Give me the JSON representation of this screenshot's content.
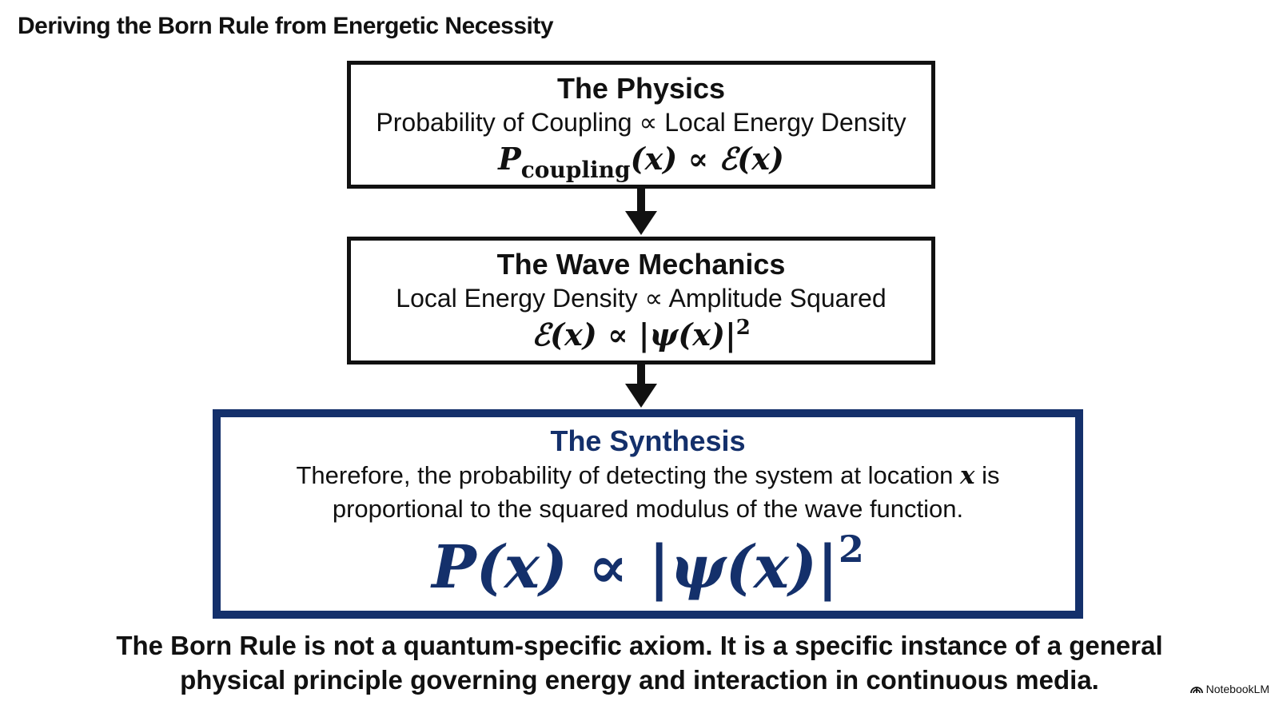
{
  "title": "Deriving the Born Rule from Energetic Necessity",
  "boxes": [
    {
      "heading": "The Physics",
      "subtitle": "Probability of Coupling ∝ Local Energy Density",
      "formula": {
        "lhs": "P",
        "sub": "coupling",
        "arg": "(x)",
        "prop": " ∝ ",
        "rhs": "ℰ(x)"
      }
    },
    {
      "heading": "The Wave Mechanics",
      "subtitle": "Local Energy Density ∝ Amplitude Squared",
      "formula": {
        "lhs": "ℰ(x)",
        "prop": " ∝ ",
        "rhs": "|ψ(x)|",
        "exp": "2"
      }
    },
    {
      "heading": "The Synthesis",
      "line1": "Therefore, the probability of detecting the system at location ",
      "var": "x",
      "line1_end": " is",
      "line2": "proportional to the squared modulus of the wave function.",
      "formula": {
        "lhs": "P(x)",
        "prop": " ∝ ",
        "rhs": "|ψ(x)|",
        "exp": "2"
      }
    }
  ],
  "conclusion": {
    "line1": "The Born Rule is not a quantum-specific axiom. It is a specific instance of a general",
    "line2": "physical principle governing energy and interaction in continuous media."
  },
  "watermark": {
    "label": "NotebookLM",
    "icon": "notebooklm-logo-icon"
  },
  "colors": {
    "accent": "#14306b",
    "text": "#111111",
    "background": "#ffffff"
  }
}
